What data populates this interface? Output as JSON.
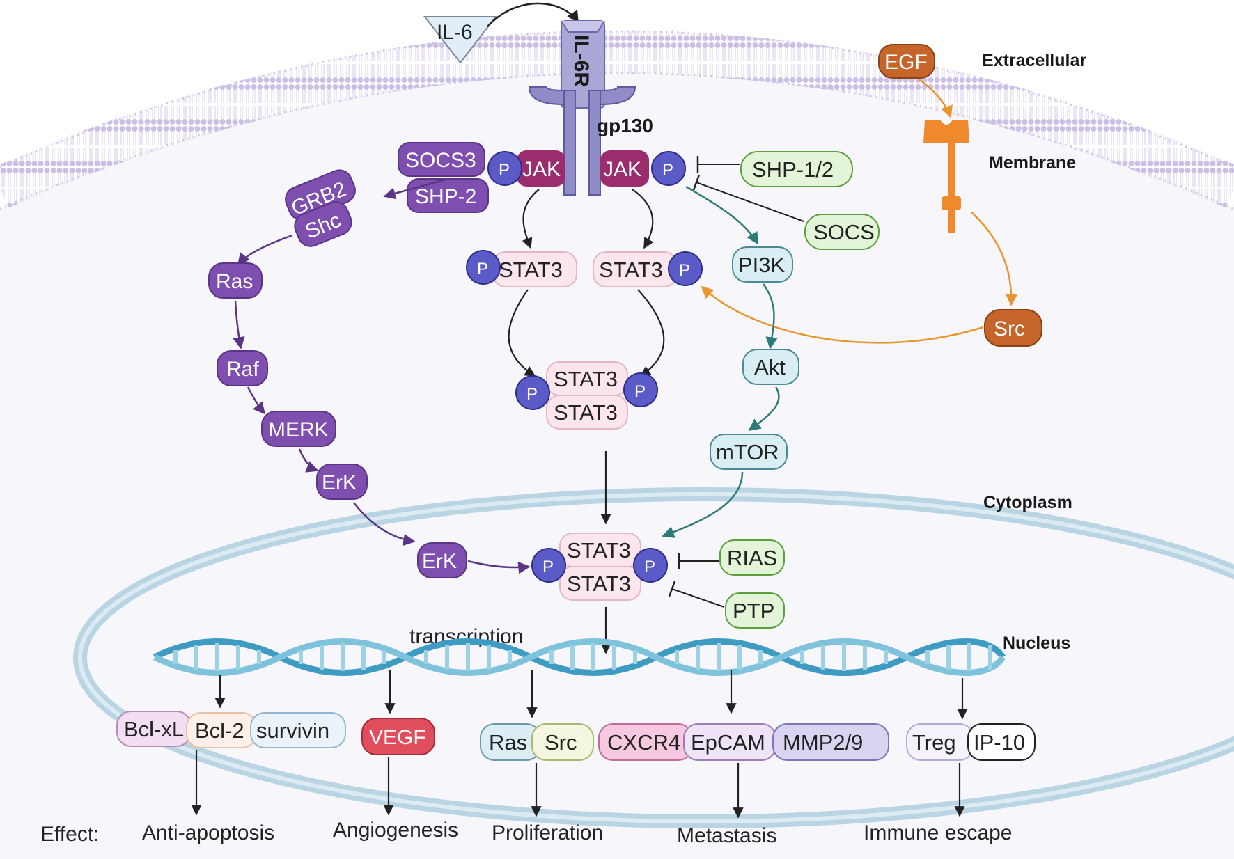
{
  "colors": {
    "purple": "#7e4fae",
    "purple_dark": "#5a3586",
    "jak": "#9b2c6e",
    "p_circle": "#5b5bc8",
    "stat_fill": "#fbe6ee",
    "green_fill": "#e4f4d8",
    "green_stroke": "#5c9e3e",
    "blue_fill": "#d8eef2",
    "blue_stroke": "#4a8a96",
    "orange": "#c6652a",
    "orange_arrow": "#e8952e",
    "membrane": "#d3c9ea",
    "nucleus": "#b7d3e2",
    "vegf": "#e04e5e"
  },
  "regions": {
    "extracellular": "Extracellular",
    "membrane": "Membrane",
    "cytoplasm": "Cytoplasm",
    "nucleus": "Nucleus"
  },
  "ligand": {
    "il6": "IL-6"
  },
  "receptor": {
    "il6r": "IL-6R",
    "gp130": "gp130"
  },
  "phospho": "P",
  "jak": "JAK",
  "stat3": "STAT3",
  "inhibitors": {
    "socs3": "SOCS3",
    "shp2": "SHP-2",
    "shp12": "SHP-1/2",
    "socs": "SOCS",
    "rias": "RIAS",
    "ptp": "PTP"
  },
  "mapk": {
    "grb2": "GRB2",
    "shc": "Shc",
    "ras": "Ras",
    "raf": "Raf",
    "merk": "MERK",
    "erk": "ErK"
  },
  "pi3k_path": {
    "pi3k": "PI3K",
    "akt": "Akt",
    "mtor": "mTOR"
  },
  "egf_path": {
    "egf": "EGF",
    "src": "Src"
  },
  "transcription": "transcription",
  "targets": {
    "bclxl": "Bcl-xL",
    "bcl2": "Bcl-2",
    "survivin": "survivin",
    "vegf": "VEGF",
    "ras": "Ras",
    "src": "Src",
    "cxcr4": "CXCR4",
    "epcam": "EpCAM",
    "mmp": "MMP2/9",
    "treg": "Treg",
    "ip10": "IP-10"
  },
  "effects": {
    "label": "Effect:",
    "anti_apoptosis": "Anti-apoptosis",
    "angiogenesis": "Angiogenesis",
    "proliferation": "Proliferation",
    "metastasis": "Metastasis",
    "immune_escape": "Immune escape"
  }
}
